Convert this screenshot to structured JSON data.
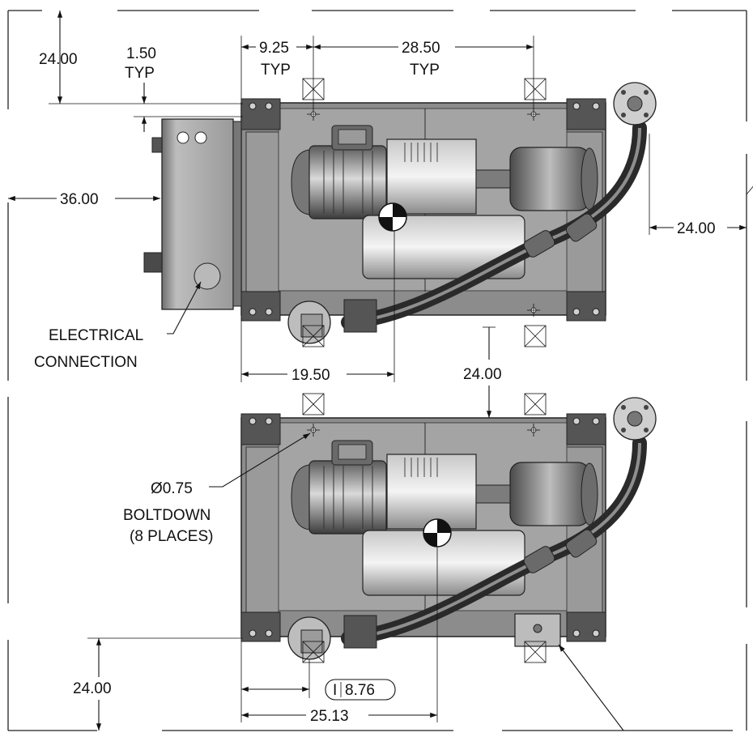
{
  "drawing": {
    "dims": {
      "top_clearance": "24.00",
      "typ_offset_value": "1.50",
      "typ_offset_note": "TYP",
      "bolt_spacing_short": "9.25",
      "bolt_spacing_short_note": "TYP",
      "bolt_spacing_long": "28.50",
      "bolt_spacing_long_note": "TYP",
      "left_clearance": "36.00",
      "right_clearance": "24.00",
      "cg_x_top": "19.50",
      "between_units": "24.00",
      "bottom_clearance": "24.00",
      "cg_x_bottom": "25.13",
      "datum_value": "8.76",
      "datum_symbol": "I"
    },
    "callouts": {
      "electrical_line1": "ELECTRICAL",
      "electrical_line2": "CONNECTION",
      "bolt_dia": "Ø0.75",
      "bolt_line2": "BOLTDOWN",
      "bolt_line3": "(8 PLACES)"
    }
  }
}
